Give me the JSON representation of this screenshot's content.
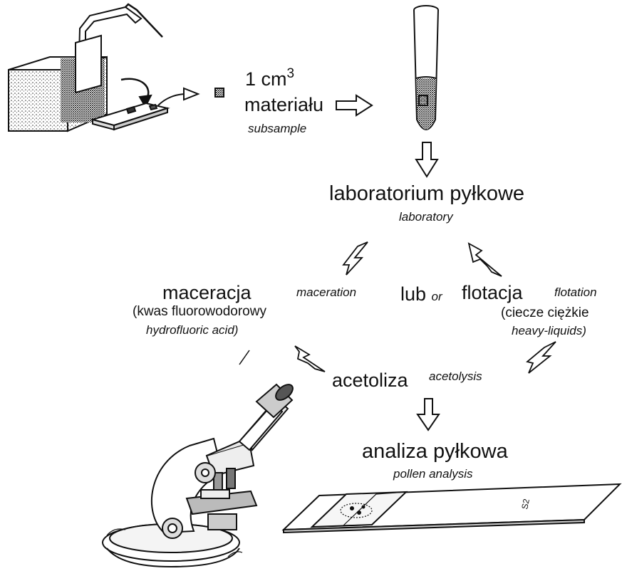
{
  "step1": {
    "volume": "1 cm",
    "exponent": "3",
    "material": "materiału",
    "material_en": "subsample"
  },
  "step2": {
    "label": "laboratorium pyłkowe",
    "label_en": "laboratory"
  },
  "branch_left": {
    "label": "maceracja",
    "label_en": "maceration",
    "detail": "(kwas fluorowodorowy",
    "detail_en": "hydrofluoric acid)"
  },
  "connector": {
    "label": "lub",
    "label_en": "or"
  },
  "branch_right": {
    "label": "flotacja",
    "label_en": "flotation",
    "detail": "(ciecze ciężkie",
    "detail_en": "heavy-liquids)"
  },
  "step3": {
    "label": "acetoliza",
    "label_en": "acetolysis"
  },
  "step4": {
    "label": "analiza pyłkowa",
    "label_en": "pollen analysis"
  },
  "slide_note": "S2",
  "icons": [
    "sediment-block-cutter-icon",
    "test-tube-icon",
    "microscope-icon",
    "microscope-slide-icon",
    "lightning-arrow-icon",
    "hollow-arrow-icon"
  ]
}
